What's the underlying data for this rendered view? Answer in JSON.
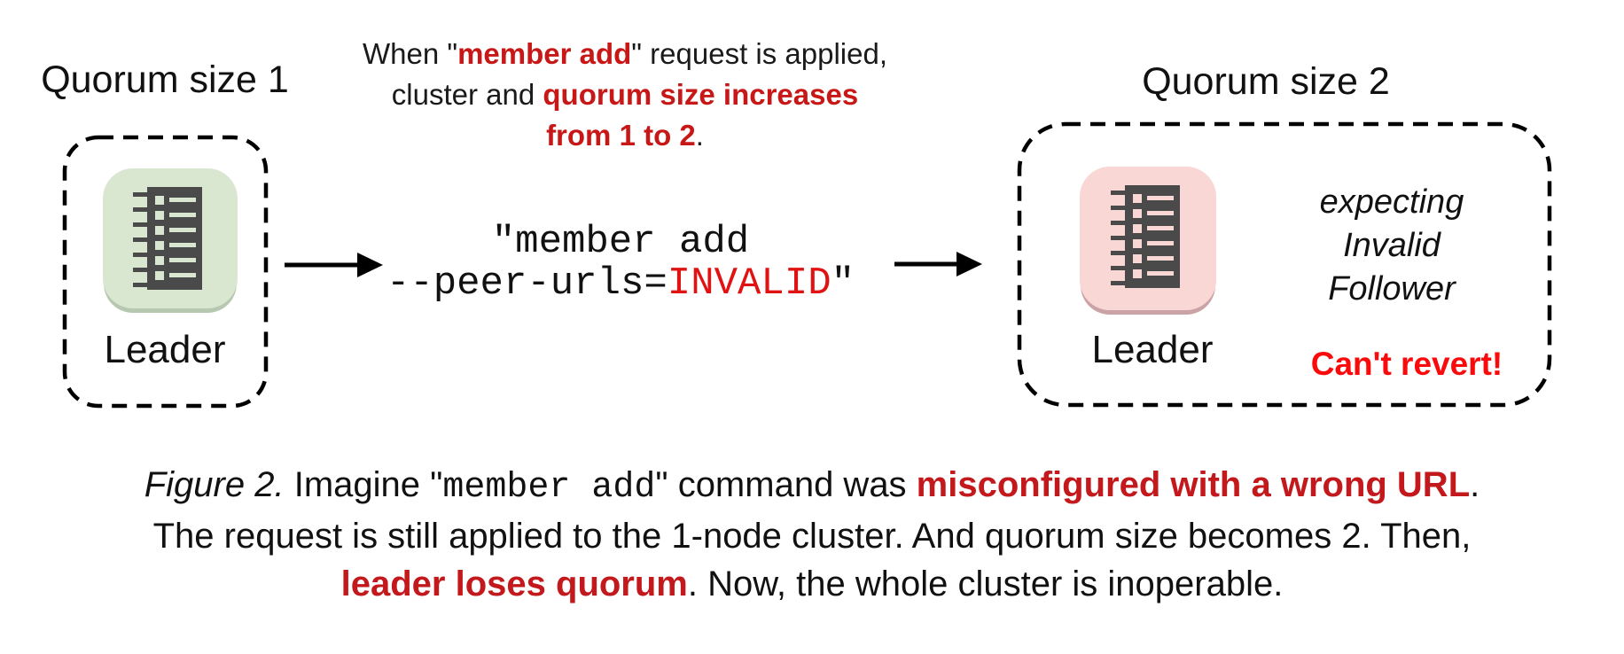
{
  "left_cluster": {
    "title": "Quorum size 1",
    "node_label": "Leader"
  },
  "top_note": {
    "line1_pre": "When \"",
    "line1_red": "member add",
    "line1_post": "\" request is applied,",
    "line2_pre": "cluster and ",
    "line2_red": "quorum size increases",
    "line3_red": "from 1 to 2",
    "line3_post": "."
  },
  "command": {
    "line1": "\"member add",
    "line2_pre": "--peer-urls=",
    "line2_invalid": "INVALID",
    "line2_post": "\""
  },
  "right_cluster": {
    "title": "Quorum size 2",
    "node_label": "Leader",
    "expect_line1": "expecting",
    "expect_line2": "Invalid",
    "expect_line3": "Follower",
    "warning": "Can't revert!"
  },
  "caption": {
    "line1_fig": "Figure 2.",
    "line1_a": " Imagine \"",
    "line1_code": "member add",
    "line1_b": "\" command was ",
    "line1_red": "misconfigured with a wrong URL",
    "line1_c": ".",
    "line2": "The request is still applied to the 1-node cluster. And quorum size becomes 2. Then,",
    "line3_red": "leader loses quorum",
    "line3_a": ". Now, the whole cluster is inoperable."
  },
  "colors": {
    "note_red": "#c81717",
    "invalid_red": "#e01212",
    "warning_red": "#fa0a0a",
    "caption_red": "#c3191c",
    "green_node": "#d9e7d1",
    "green_node_shadow": "#b7c8b0",
    "pink_node": "#f9d7d5",
    "pink_node_shadow": "#cba3a6",
    "server_icon_dark": "#4a4a4a"
  },
  "icons": {
    "left_node": "server-rack-icon",
    "right_node": "server-rack-icon",
    "arrows": "right-arrow-icon"
  }
}
